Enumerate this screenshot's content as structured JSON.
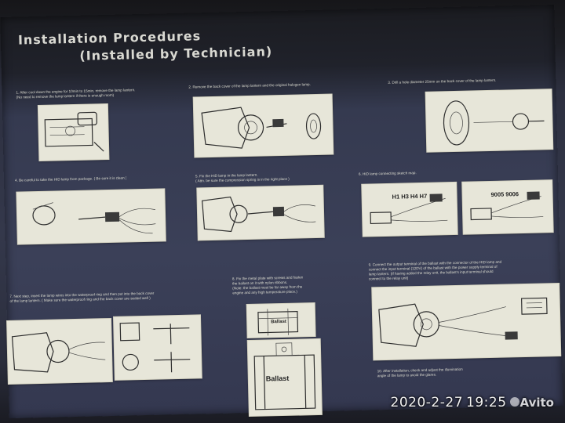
{
  "heading": {
    "line1": "Installation Procedures",
    "line2": "(Installed by Technician)"
  },
  "steps": [
    {
      "id": 1,
      "text": "1. After cool down the engine for 10min to 15min, remove the lamp lantern.",
      "subtext": "(No need to remove the lamp lantern if there is enough room)"
    },
    {
      "id": 2,
      "text": "2. Remove the back cover of the lamp lantern and the original halogen lamp.",
      "subtext": ""
    },
    {
      "id": 3,
      "text": "3. Drill a hole diameter 25mm on the back cover of the lamp lantern.",
      "subtext": ""
    },
    {
      "id": 4,
      "text": "4. Be careful to take the HID lamp from package. ( Be sure it is clean )",
      "subtext": ""
    },
    {
      "id": 5,
      "text": "5. Fix the HID lamp in the lamp lantern.",
      "subtext": "( Attn. be sure the compression spring is in the right place )"
    },
    {
      "id": 6,
      "text": "6. HID lamp connecting sketch map.",
      "subtext": ""
    },
    {
      "id": 7,
      "text": "7. Next step, insert the lamp wires into the waterproof ring and then put into the back cover",
      "subtext": "of the lamp lantern. ( Make sure the waterproof ring and the back cover are sealed well )"
    },
    {
      "id": 8,
      "text": "8. Fix the metal plate with screws and fasten",
      "subtext": "the ballast on it with nylon ribbons."
    },
    {
      "id": 9,
      "text": "9. Connect the output terminal of the ballast with the connector of the HID lamp and",
      "subtext": "connect the input terminal (12DV) of the ballast with the power supply terminal of"
    },
    {
      "id": 10,
      "text": "10. After installation, check and adjust the illumination",
      "subtext": "angle of the lamp to avoid the glares."
    }
  ],
  "step8_note": {
    "line1": "(Note: the ballast must be far away from the",
    "line2": "engine and any high temperature place.)"
  },
  "step9_extra": {
    "line1": "lamp lantern. (If having added the relay unit, the ballast's input terminal should",
    "line2": "connect to the relay unit)"
  },
  "labels": {
    "bulb_types_a": "H1 H3 H4 H7",
    "bulb_types_b": "9005 9006",
    "ballast_large": "Ballast",
    "ballast_small": "Ballast"
  },
  "watermark": {
    "date": "2020-2-27",
    "time": "19:25",
    "logo": "Avito"
  }
}
